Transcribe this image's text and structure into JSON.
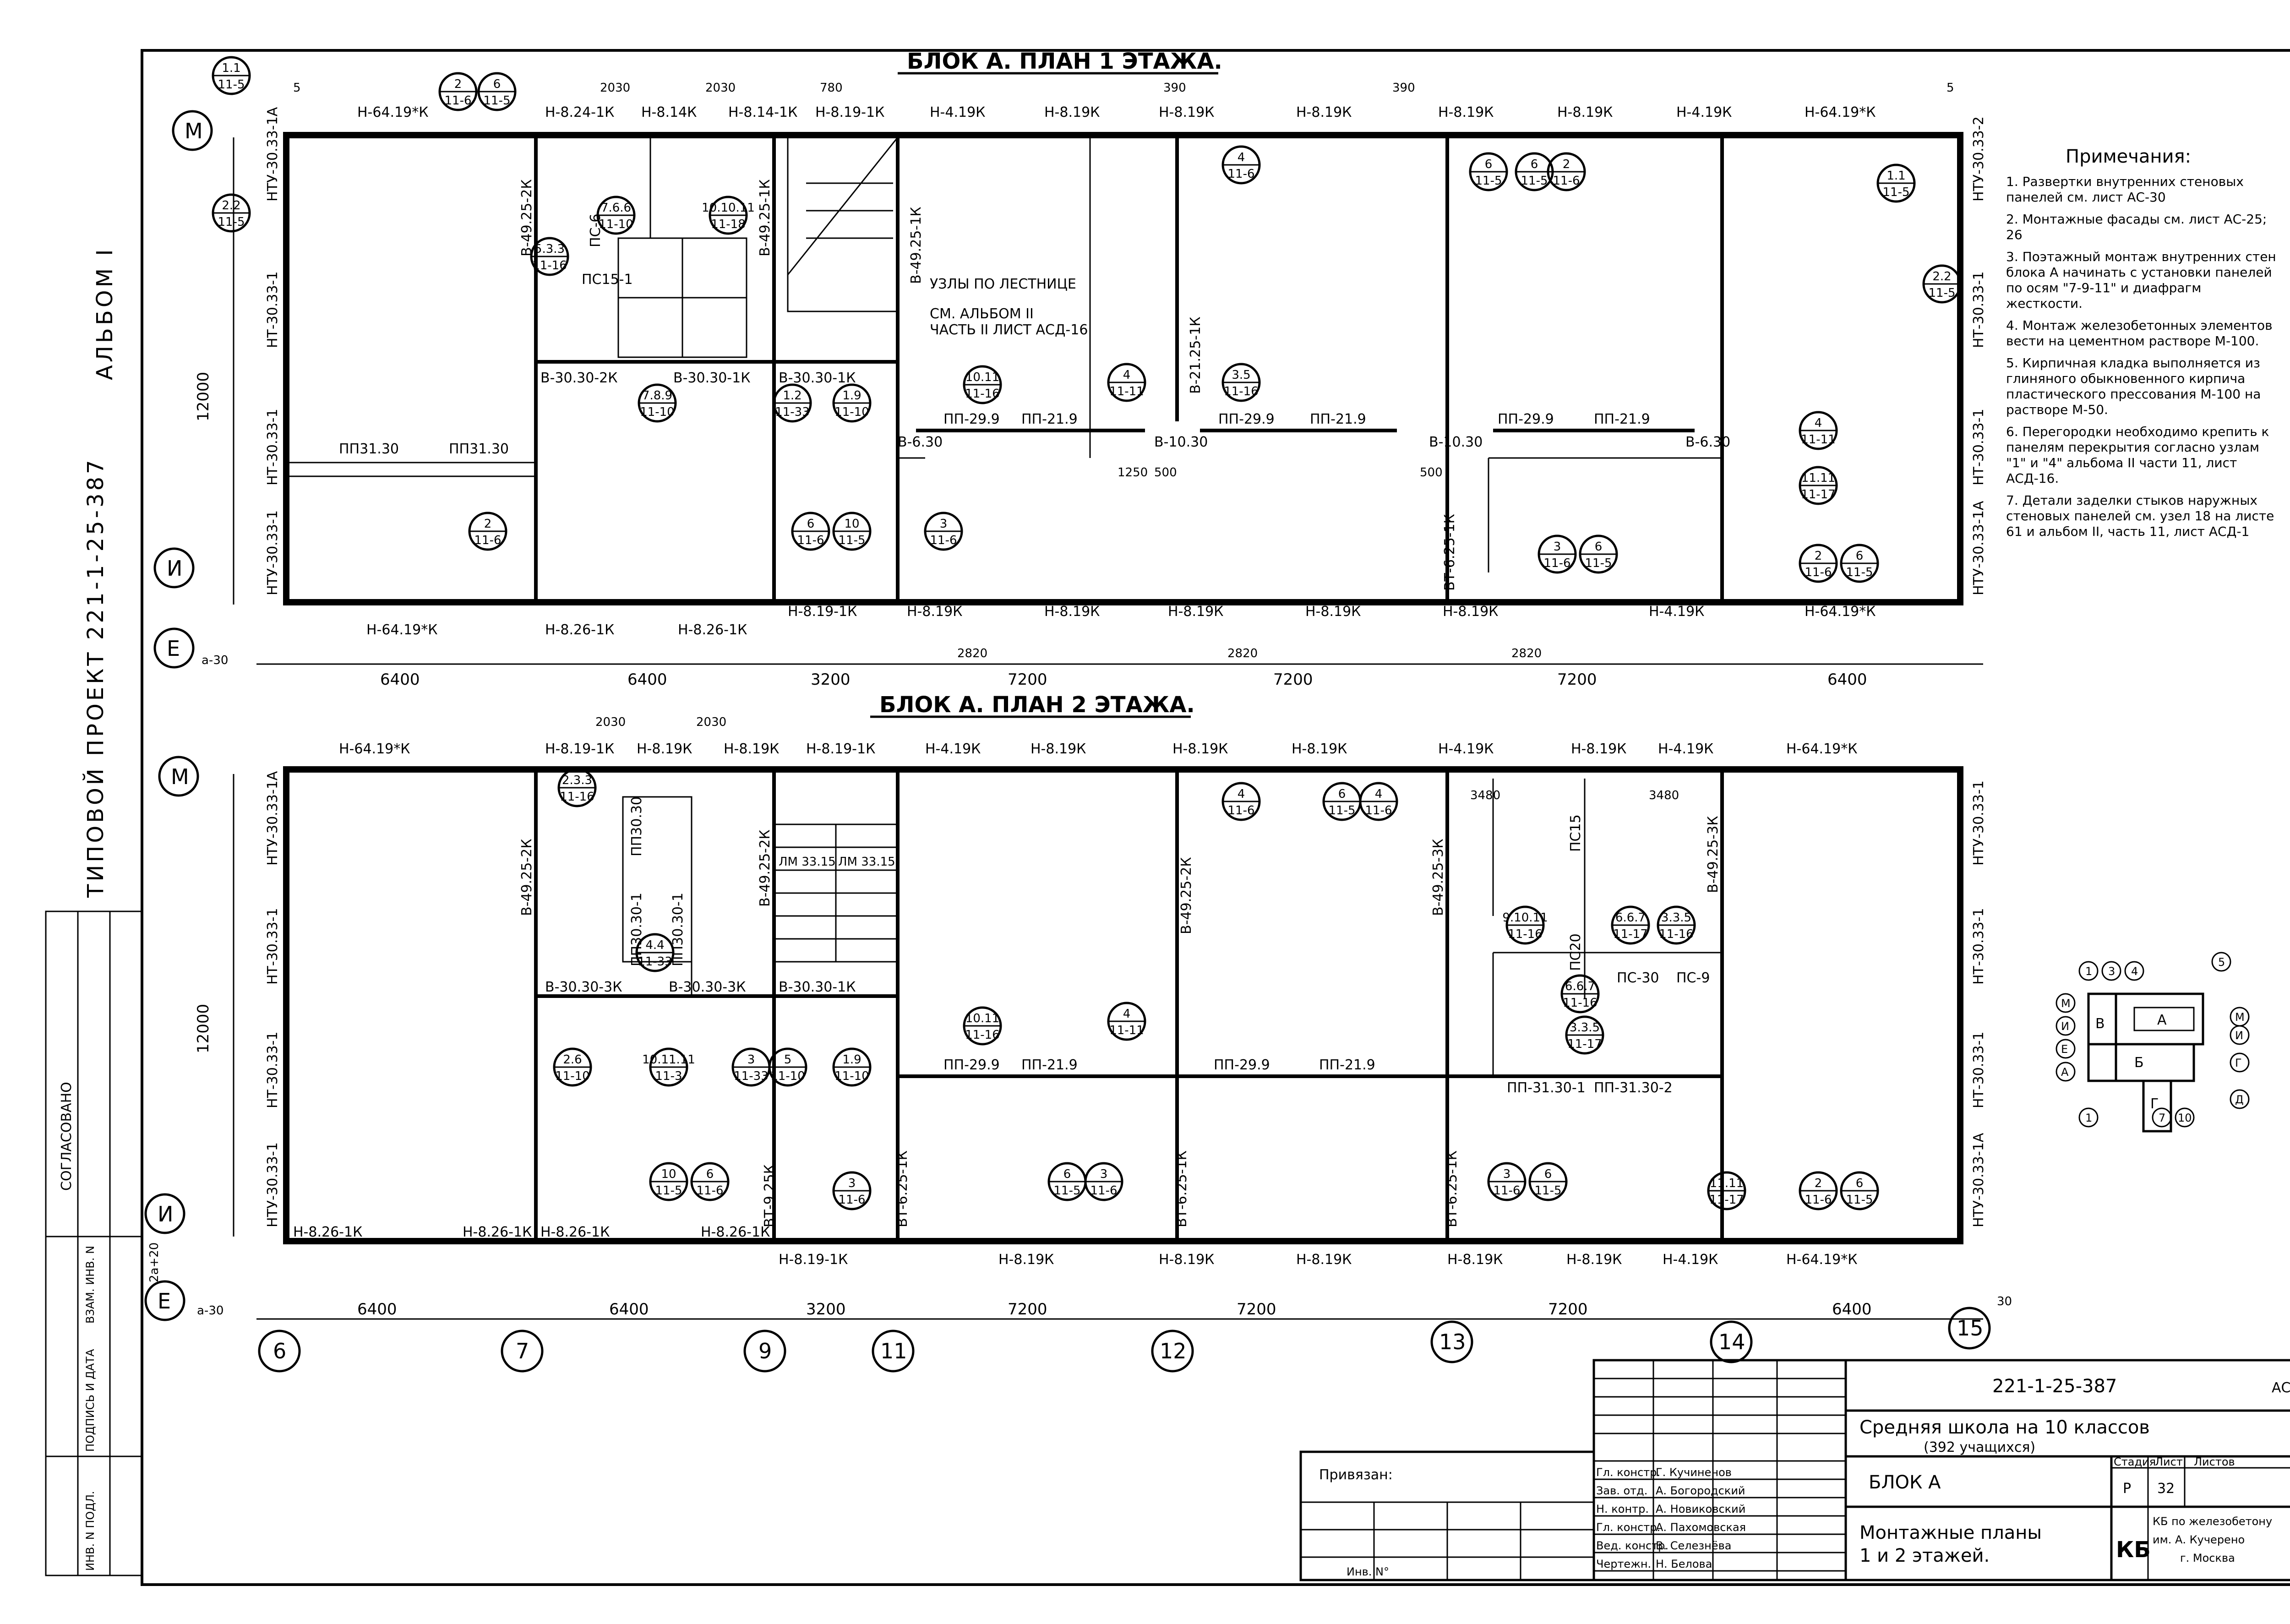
{
  "drawing": {
    "title_floor1": "БЛОК  А.  ПЛАН 1 ЭТАЖА.",
    "title_floor2": "БЛОК  А.  ПЛАН 2 ЭТАЖА.",
    "side_title": "ТИПОВОЙ   ПРОЕКТ   221-1-25-387",
    "side_album": "АЛЬБОМ I",
    "side_agreed": "СОГЛАСОВАНО",
    "side_cells": [
      "ИНВ. N ПОДЛ.",
      "ПОДПИСЬ И ДАТА",
      "ВЗАМ. ИНВ. N"
    ],
    "dim_12000_a": "12000",
    "dim_12000_b": "12000"
  },
  "axes": {
    "rows": [
      "М",
      "И",
      "Е"
    ],
    "columns": [
      "6",
      "7",
      "9",
      "11",
      "12",
      "13",
      "14",
      "15"
    ]
  },
  "dimensions": {
    "bottom_1": [
      "6400",
      "6400",
      "3200",
      "7200",
      "7200",
      "7200",
      "6400"
    ],
    "bottom_2": [
      "6400",
      "6400",
      "3200",
      "7200",
      "7200",
      "7200",
      "6400"
    ],
    "top": [
      "2030",
      "2030",
      "2030",
      "2030",
      "3480",
      "3480",
      "2820",
      "2820",
      "2820"
    ],
    "small": [
      "5",
      "5",
      "780",
      "390",
      "390",
      "1250",
      "500",
      "500",
      "30",
      "a-30",
      "2a+20",
      "a-30"
    ]
  },
  "panels_floor1": {
    "top": [
      "Н-64.19*К",
      "Н-8.24-1К",
      "Н-8.14К",
      "Н-8.14-1К",
      "Н-8.19-1К",
      "Н-4.19К",
      "Н-8.19К",
      "Н-8.19К",
      "Н-8.19К",
      "Н-8.19К",
      "Н-8.19К",
      "Н-4.19К",
      "Н-64.19*К"
    ],
    "bottom": [
      "Н-64.19*К",
      "Н-8.26-1К",
      "Н-8.26-1К",
      "Н-8.19-1К",
      "Н-8.19К",
      "Н-8.19К",
      "Н-8.19К",
      "Н-8.19К",
      "Н-8.19К",
      "Н-4.19К",
      "Н-64.19*К"
    ],
    "inner": [
      "НТУ-30.33-1А",
      "НТ-30.33-1",
      "НТ-30.33-1",
      "НТУ-30.33-1",
      "В-49.25-2К",
      "В-49.25-1К",
      "В-49.25-1К",
      "В-21.25-1К",
      "В-30.30-2К",
      "В-30.30-1К",
      "В-30.30-1К",
      "ПП-29.9",
      "ПП-21.9",
      "ПП-29.9",
      "ПП-21.9",
      "ПП-29.9",
      "ПП-21.9",
      "ПП31.30",
      "ПП31.30",
      "ВТ-6.25-1К",
      "В-6.30",
      "В-10.30",
      "В-10.30",
      "В-6.30",
      "ПС-6",
      "ПС15-1",
      "НТУ-30.33-2",
      "НТ-30.33-1",
      "НТ-30.33-1",
      "НТУ-30.33-1А"
    ],
    "notes": [
      "УЗЛЫ ПО ЛЕСТНИЦЕ",
      "СМ. АЛЬБОМ II",
      "ЧАСТЬ II ЛИСТ АСД-16"
    ]
  },
  "panels_floor2": {
    "top": [
      "Н-64.19*К",
      "Н-8.19-1К",
      "Н-8.19К",
      "Н-8.19К",
      "Н-8.19-1К",
      "Н-4.19К",
      "Н-8.19К",
      "Н-8.19К",
      "Н-8.19К",
      "Н-4.19К",
      "Н-8.19К",
      "Н-4.19К",
      "Н-64.19*К"
    ],
    "bottom": [
      "Н-8.26-1К",
      "Н-8.26-1К",
      "Н-8.26-1К",
      "Н-8.26-1К",
      "Н-8.19-1К",
      "Н-8.19К",
      "Н-8.19К",
      "Н-8.19К",
      "Н-8.19К",
      "Н-8.19К",
      "Н-4.19К",
      "Н-64.19*К"
    ],
    "inner": [
      "НТУ-30.33-1А",
      "НТ-30.33-1",
      "НТ-30.33-1",
      "НТУ-30.33-1",
      "В-49.25-2К",
      "В-49.25-2К",
      "В-49.25-2К",
      "В-49.25-3К",
      "В-49.25-3К",
      "В-30.30-3К",
      "В-30.30-3К",
      "В-30.30-1К",
      "ПП30.30",
      "ПП30.30-1",
      "ПП30.30-1",
      "ПП-29.9",
      "ПП-21.9",
      "ПП-29.9",
      "ПП-21.9",
      "ПП-31.30-1",
      "ПП-31.30-2",
      "ЛМ 33.15",
      "ЛМ 33.15",
      "ВТ-6.25-1К",
      "ВТ-6.25-1К",
      "ВТ-6.25-1К",
      "ВТ-9.25К",
      "ПС-30",
      "ПС-9",
      "ПС20",
      "ПС15",
      "НТУ-30.33-1",
      "НТ-30.33-1",
      "НТ-30.33-1",
      "НТУ-30.33-1А"
    ]
  },
  "node_markers": [
    [
      "1.1",
      "11-5"
    ],
    [
      "2",
      "11-6"
    ],
    [
      "6",
      "11-5"
    ],
    [
      "2.2",
      "11-5"
    ],
    [
      "5.3.3",
      "11-16"
    ],
    [
      "7.6.6",
      "11-10"
    ],
    [
      "10.10.11",
      "11-18"
    ],
    [
      "7.8.9",
      "11-10"
    ],
    [
      "1.2",
      "11-33"
    ],
    [
      "1.9",
      "11-10"
    ],
    [
      "10.11",
      "11-16"
    ],
    [
      "4",
      "11-11"
    ],
    [
      "3.5",
      "11-16"
    ],
    [
      "4",
      "11-6"
    ],
    [
      "6",
      "11-5"
    ],
    [
      "6",
      "11-5"
    ],
    [
      "2",
      "11-6"
    ],
    [
      "1.1",
      "11-5"
    ],
    [
      "2.2",
      "11-5"
    ],
    [
      "4",
      "11-11"
    ],
    [
      "11.11",
      "11-17"
    ],
    [
      "3",
      "11-6"
    ],
    [
      "6",
      "11-5"
    ],
    [
      "2",
      "11-6"
    ],
    [
      "6",
      "11-5"
    ],
    [
      "6",
      "11-6"
    ],
    [
      "10",
      "11-5"
    ],
    [
      "3",
      "11-6"
    ],
    [
      "2",
      "11-6"
    ],
    [
      "2.3.3",
      "11-16"
    ],
    [
      "4.4",
      "11-33"
    ],
    [
      "2.6",
      "11-10"
    ],
    [
      "10.11.11",
      "11-3"
    ],
    [
      "3",
      "11-33"
    ],
    [
      "5",
      "11-10"
    ],
    [
      "1.9",
      "11-10"
    ],
    [
      "10.11",
      "11-16"
    ],
    [
      "4",
      "11-11"
    ],
    [
      "4",
      "11-6"
    ],
    [
      "6",
      "11-5"
    ],
    [
      "4",
      "11-6"
    ],
    [
      "9.10.11",
      "11-16"
    ],
    [
      "6.6.7",
      "11-17"
    ],
    [
      "3.3.5",
      "11-16"
    ],
    [
      "6.6.7",
      "11-16"
    ],
    [
      "3.3.5",
      "11-17"
    ],
    [
      "10",
      "11-5"
    ],
    [
      "6",
      "11-6"
    ],
    [
      "3",
      "11-6"
    ],
    [
      "6",
      "11-5"
    ],
    [
      "3",
      "11-6"
    ],
    [
      "3",
      "11-6"
    ],
    [
      "6",
      "11-5"
    ],
    [
      "11.11",
      "11-17"
    ],
    [
      "2",
      "11-6"
    ],
    [
      "6",
      "11-5"
    ]
  ],
  "notes": {
    "heading": "Примечания:",
    "items": [
      "1. Развертки внутренних стеновых панелей см. лист АС-30",
      "2. Монтажные фасады см. лист АС-25; 26",
      "3. Поэтажный монтаж внутренних стен блока А начинать с установки панелей по осям \"7-9-11\" и диафрагм жесткости.",
      "4. Монтаж железобетонных элементов вести на цементном растворе М-100.",
      "5. Кирпичная кладка выполняется из глиняного обыкновенного кирпича пластического прессования М-100 на растворе М-50.",
      "6. Перегородки необходимо крепить к панелям перекрытия согласно узлам \"1\" и \"4\" альбома II части 11, лист АСД-16.",
      "7. Детали заделки стыков наружных стеновых панелей см. узел 18 на листе 61 и альбом II, часть 11, лист АСД-1"
    ]
  },
  "key_plan": {
    "labels": [
      "1",
      "3",
      "4",
      "5",
      "М",
      "И",
      "Е",
      "А",
      "Б",
      "В",
      "Г",
      "Д",
      "1",
      "7",
      "10"
    ],
    "blocks": [
      "А",
      "Б",
      "В",
      "Г"
    ]
  },
  "stamp": {
    "code": "221-1-25-387",
    "sheet_code": "АС",
    "school": "Средняя школа на 10 классов",
    "pupils": "(392 учащихся)",
    "block": "БЛОК   А",
    "title_1": "Монтажные планы",
    "title_2": "1 и 2 этажей.",
    "stage_label": "Стадия",
    "sheet_label": "Лист",
    "sheets_label": "Листов",
    "stage": "Р",
    "sheet": "32",
    "bound": "Привязан:",
    "inv": "Инв. N°",
    "org_1": "КБ по железобетону",
    "org_2": "им. А. Кучерено",
    "org_3": "г. Москва",
    "org_logo": "КБ",
    "roles": [
      "Гл. констр.",
      "Зав. отд.",
      "Н. контр.",
      "Гл. констр.",
      "Вед. констр.",
      "Чертежн."
    ],
    "names": [
      "Г. Кучиненов",
      "А. Богородский",
      "А. Новиковский",
      "А. Пахомовская",
      "В. Селезнёва",
      "Н. Белова"
    ]
  }
}
